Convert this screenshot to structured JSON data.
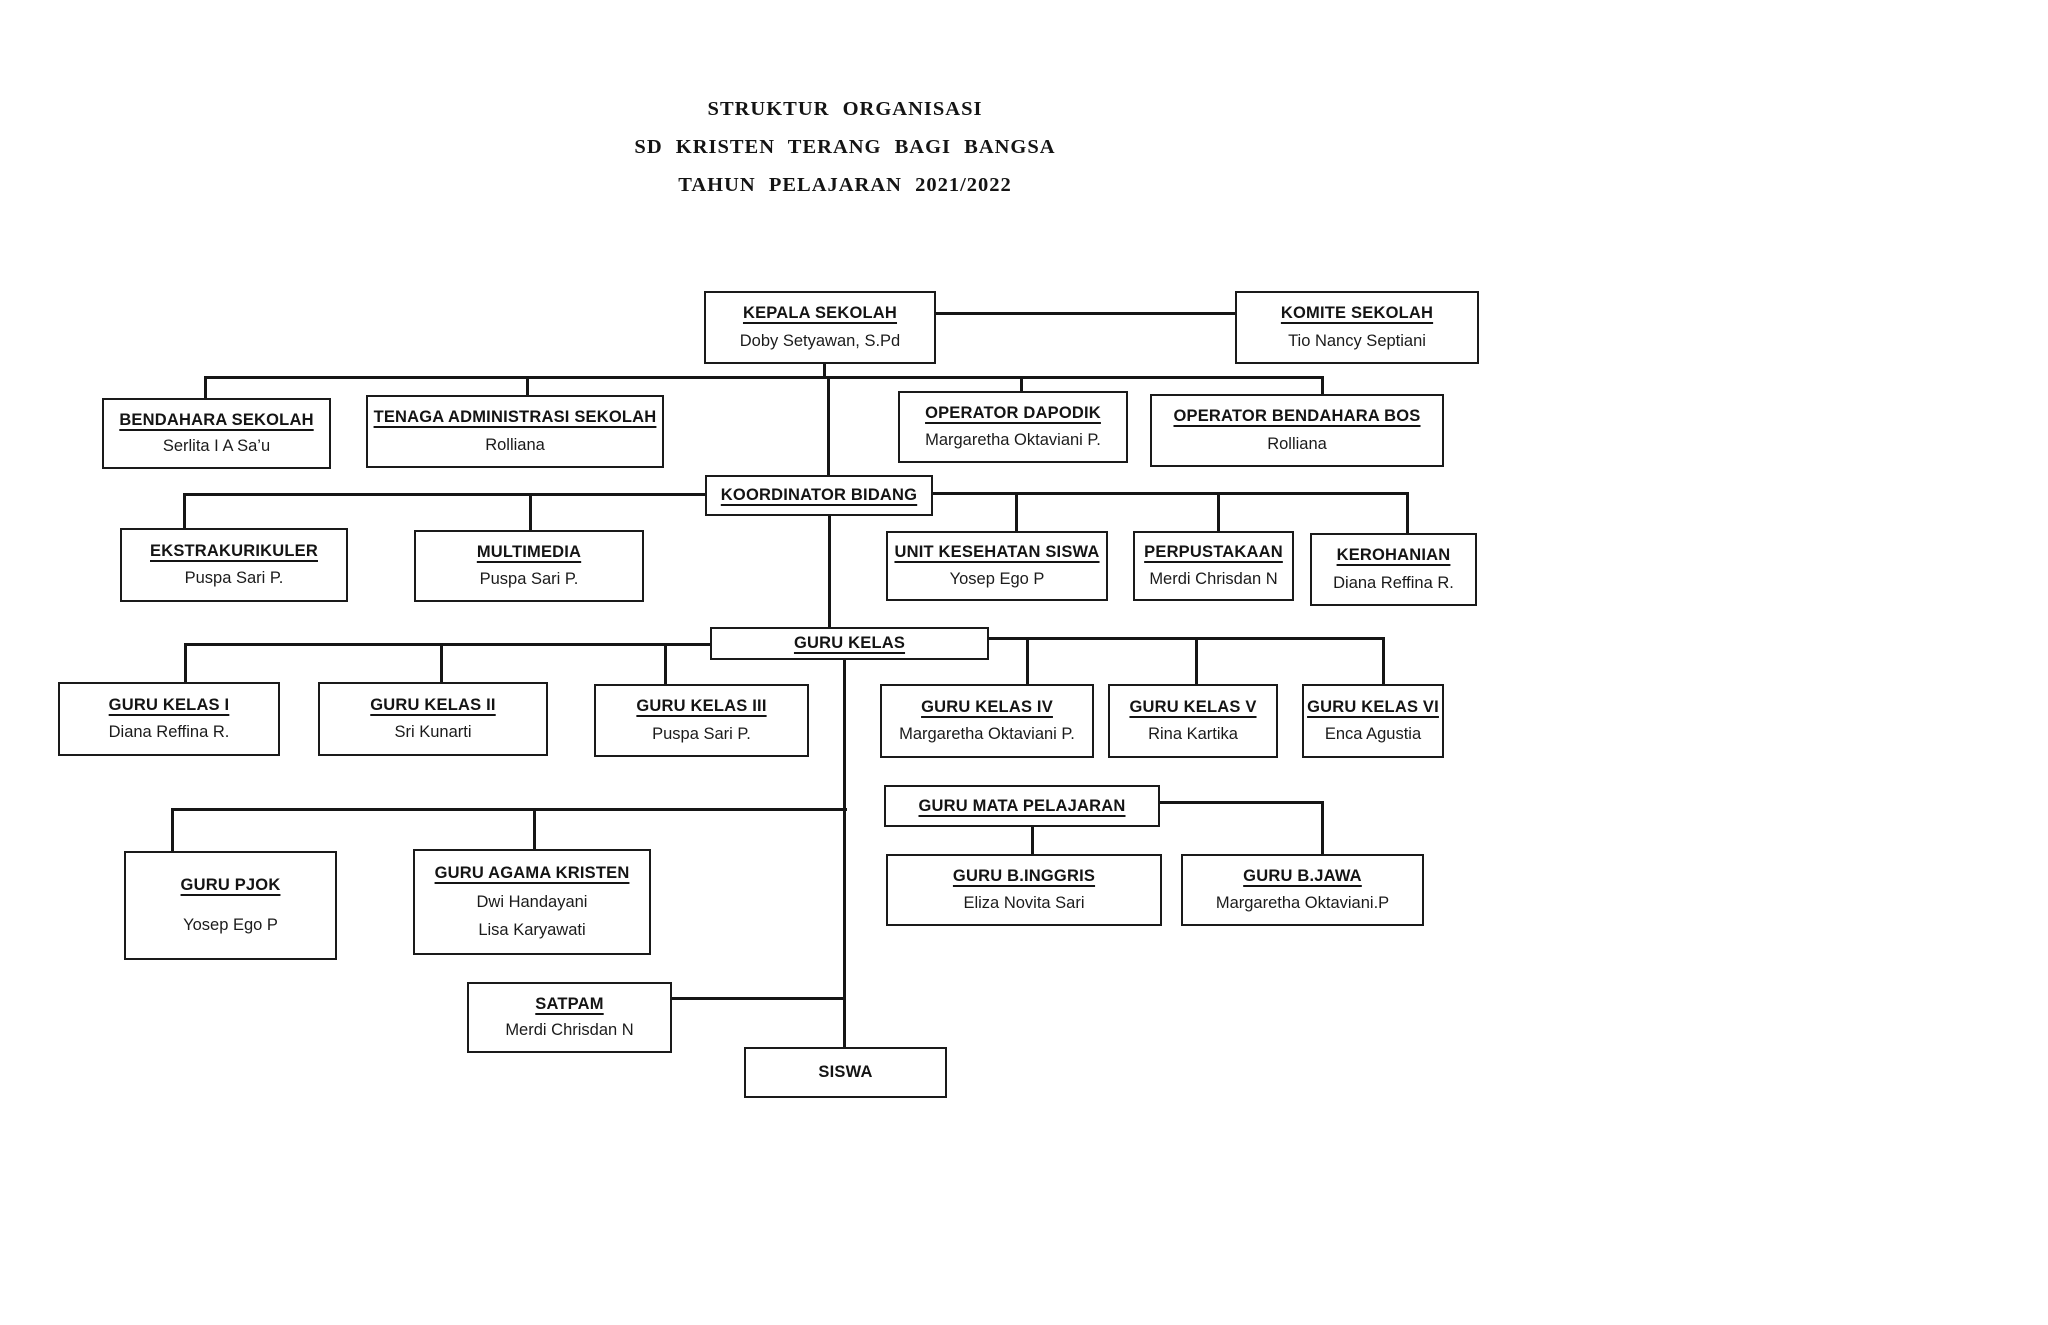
{
  "title": {
    "line1": "STRUKTUR ORGANISASI",
    "line2": "SD KRISTEN TERANG BAGI BANGSA",
    "line3": "TAHUN PELAJARAN 2021/2022"
  },
  "nodes": {
    "kepala_sekolah": {
      "title": "KEPALA SEKOLAH",
      "name": "Doby Setyawan, S.Pd"
    },
    "komite_sekolah": {
      "title": "KOMITE SEKOLAH",
      "name": "Tio Nancy Septiani"
    },
    "bendahara_sekolah": {
      "title": "BENDAHARA SEKOLAH",
      "name": "Serlita I A Sa’u"
    },
    "tenaga_administrasi_sekolah": {
      "title": "TENAGA ADMINISTRASI SEKOLAH",
      "name": "Rolliana"
    },
    "operator_dapodik": {
      "title": "OPERATOR DAPODIK",
      "name": "Margaretha Oktaviani P."
    },
    "operator_bendahara_bos": {
      "title": "OPERATOR BENDAHARA BOS",
      "name": "Rolliana"
    },
    "koordinator_bidang": {
      "title": "KOORDINATOR BIDANG"
    },
    "ekstrakurikuler": {
      "title": "EKSTRAKURIKULER",
      "name": "Puspa Sari P."
    },
    "multimedia": {
      "title": "MULTIMEDIA",
      "name": "Puspa Sari P."
    },
    "unit_kesehatan_siswa": {
      "title": "UNIT KESEHATAN SISWA",
      "name": "Yosep Ego P"
    },
    "perpustakaan": {
      "title": "PERPUSTAKAAN",
      "name": "Merdi Chrisdan N"
    },
    "kerohanian": {
      "title": "KEROHANIAN",
      "name": "Diana Reffina R."
    },
    "guru_kelas": {
      "title": "GURU KELAS"
    },
    "guru_kelas_1": {
      "title": "GURU KELAS I",
      "name": "Diana Reffina R."
    },
    "guru_kelas_2": {
      "title": "GURU KELAS II",
      "name": "Sri Kunarti"
    },
    "guru_kelas_3": {
      "title": "GURU KELAS III",
      "name": "Puspa Sari P."
    },
    "guru_kelas_4": {
      "title": "GURU KELAS IV",
      "name": "Margaretha Oktaviani P."
    },
    "guru_kelas_5": {
      "title": "GURU KELAS V",
      "name": "Rina Kartika"
    },
    "guru_kelas_6": {
      "title": "GURU KELAS VI",
      "name": "Enca Agustia"
    },
    "guru_mata_pelajaran": {
      "title": "GURU MATA PELAJARAN"
    },
    "guru_pjok": {
      "title": "GURU PJOK",
      "name": "Yosep Ego P"
    },
    "guru_agama_kristen": {
      "title": "GURU AGAMA KRISTEN",
      "name": "Dwi Handayani",
      "name2": "Lisa Karyawati"
    },
    "guru_b_inggris": {
      "title": "GURU B.INGGRIS",
      "name": "Eliza Novita Sari"
    },
    "guru_b_jawa": {
      "title": "GURU B.JAWA",
      "name": "Margaretha Oktaviani.P"
    },
    "satpam": {
      "title": "SATPAM",
      "name": "Merdi Chrisdan N"
    },
    "siswa": {
      "title": "SISWA"
    }
  },
  "colors": {
    "background": "#ffffff",
    "line": "#161616",
    "text": "#141414"
  }
}
